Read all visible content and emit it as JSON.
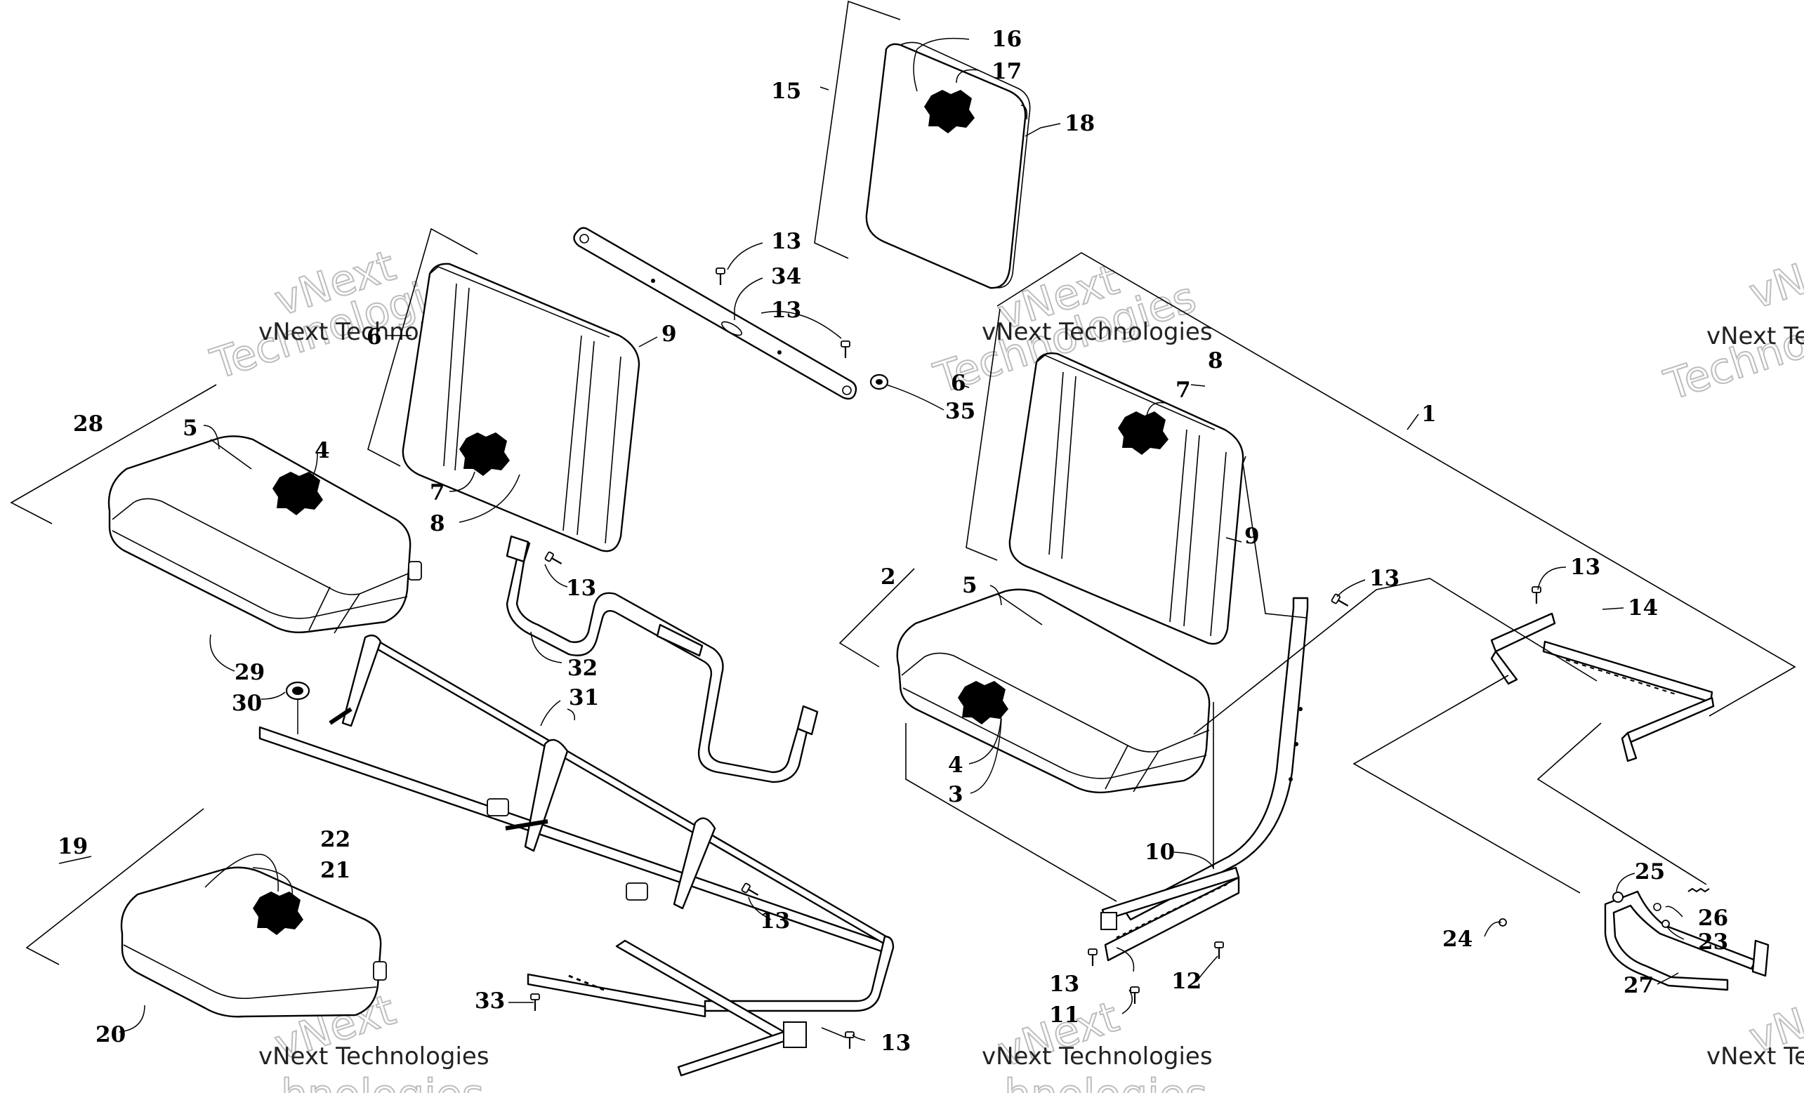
{
  "watermark": {
    "line1": "vNext",
    "line2": "vNext Technologies",
    "line3": "Technologies",
    "partial_line1": "vNex",
    "partial_line2": "vNext Tec",
    "partial_line3": "Technolo",
    "partial_bottom": "hnologies"
  },
  "callouts": {
    "c1": "1",
    "c2": "2",
    "c3": "3",
    "c4": "4",
    "c5": "5",
    "c6": "6",
    "c7": "7",
    "c8": "8",
    "c9": "9",
    "c10": "10",
    "c11": "11",
    "c12": "12",
    "c13": "13",
    "c14": "14",
    "c15": "15",
    "c16": "16",
    "c17": "17",
    "c18": "18",
    "c19": "19",
    "c20": "20",
    "c21": "21",
    "c22": "22",
    "c23": "23",
    "c24": "24",
    "c25": "25",
    "c26": "26",
    "c27": "27",
    "c28": "28",
    "c29": "29",
    "c30": "30",
    "c31": "31",
    "c32": "32",
    "c33": "33",
    "c34": "34",
    "c35": "35"
  }
}
